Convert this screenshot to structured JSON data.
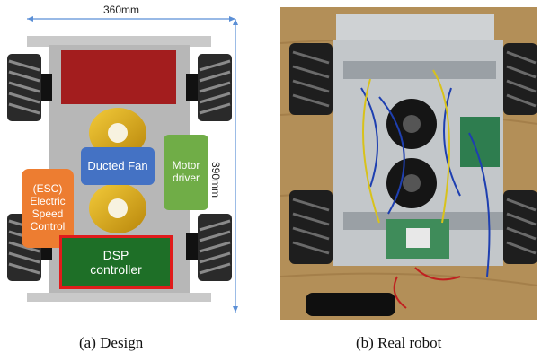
{
  "design": {
    "width_label": "360mm",
    "height_label": "390mm",
    "components": {
      "ducted_fan": "Ducted Fan",
      "motor_driver_line1": "Motor",
      "motor_driver_line2": "driver",
      "esc_line1": "(ESC)",
      "esc_line2": "Electric",
      "esc_line3": "Speed",
      "esc_line4": "Control",
      "dsp_line1": "DSP",
      "dsp_line2": "controller"
    },
    "colors": {
      "chassis": "#b7b7b7",
      "battery": "#a31d1e",
      "fan": "#d8a70d",
      "ducted_fan_box": "#4472c4",
      "motor_driver_box": "#70ad47",
      "esc_box": "#ed7d31",
      "dsp_box": "#1e6f27",
      "dsp_border": "#e01b1b"
    }
  },
  "captions": {
    "left": "(a) Design",
    "right": "(b) Real robot"
  }
}
